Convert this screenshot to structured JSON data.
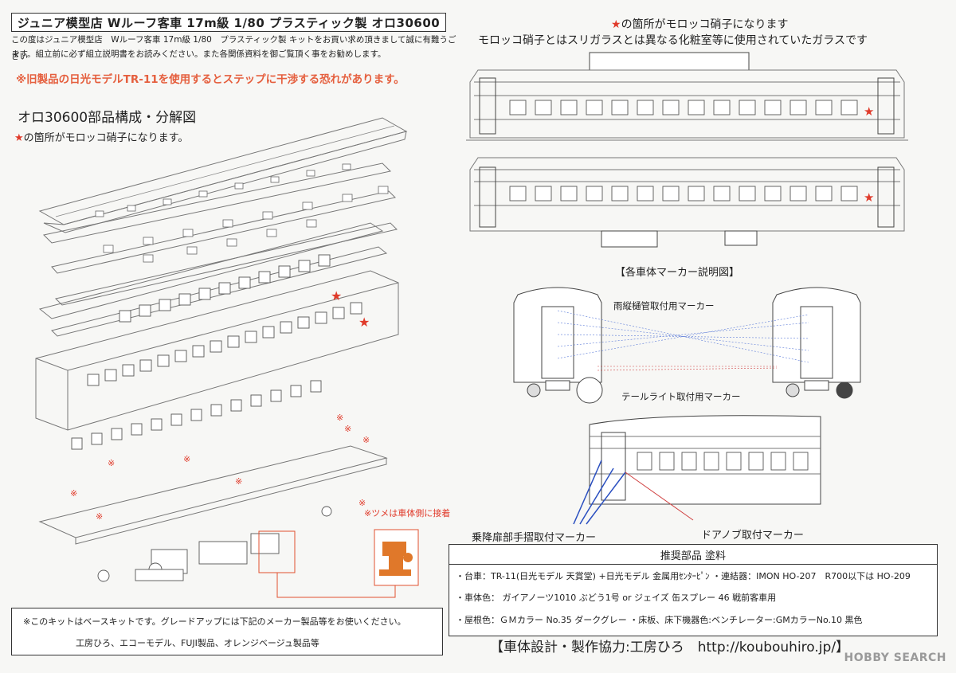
{
  "header": {
    "title": "ジュニア模型店 Wルーフ客車 17m級 1/80 プラスティック製 オロ30600",
    "intro_line1": "この度はジュニア模型店　Wルーフ客車 17m級 1/80　プラスティック製 キットをお買い求め頂きまして誠に有難うござい",
    "intro_line2": "ます。組立前に必ず組立説明書をお読みください。また各関係資料を御ご覧頂く事をお勧めします。",
    "warning": "※旧製品の日光モデルTR-11を使用するとステップに干渉する恐れがあります。"
  },
  "left_section": {
    "title": "オロ30600部品構成・分解図",
    "star_note": "の箇所がモロッコ硝子になります。",
    "claw_note": "※ツメは車体側に接着"
  },
  "right_section": {
    "star_note": "の箇所がモロッコ硝子になります",
    "glass_note": "モロッコ硝子とはスリガラスとは異なる化粧室等に使用されていたガラスです",
    "marker_title": "【各車体マーカー説明図】",
    "gutter_marker": "雨縦樋管取付用マーカー",
    "taillight_marker": "テールライト取付用マーカー",
    "handrail_marker": "乗降扉部手摺取付マーカー",
    "doorknob_marker": "ドアノブ取付マーカー"
  },
  "base_kit_box": {
    "line1": "※このキットはベースキットです。グレードアップには下記のメーカー製品等をお使いください。",
    "line2": "工房ひろ、エコーモデル、FUJI製品、オレンジベージュ製品等"
  },
  "recommended": {
    "heading": "推奨部品 塗料",
    "line1": "・台車：TR-11(日光モデル 天賞堂) +日光モデル 金属用ｾﾝﾀｰﾋﾟﾝ ・連結器：IMON HO-207　R700以下は HO-209",
    "line2": "・車体色： ガイアノーツ1010 ぶどう1号 or ジェイズ 缶スプレー 46 戦前客車用",
    "line3": "・屋根色：ＧＭカラー No.35 ダークグレー ・床板、床下機器色:ベンチレーター:GMカラーNo.10 黒色"
  },
  "footer": {
    "credit": "【車体設計・製作協力:工房ひろ　http://koubouhiro.jp/】",
    "watermark": "HOBBY SEARCH"
  },
  "colors": {
    "accent_red": "#e03a2a",
    "warning_orange": "#e55f3e",
    "part_orange": "#e0782a",
    "marker_blue": "#2a4fc0"
  }
}
